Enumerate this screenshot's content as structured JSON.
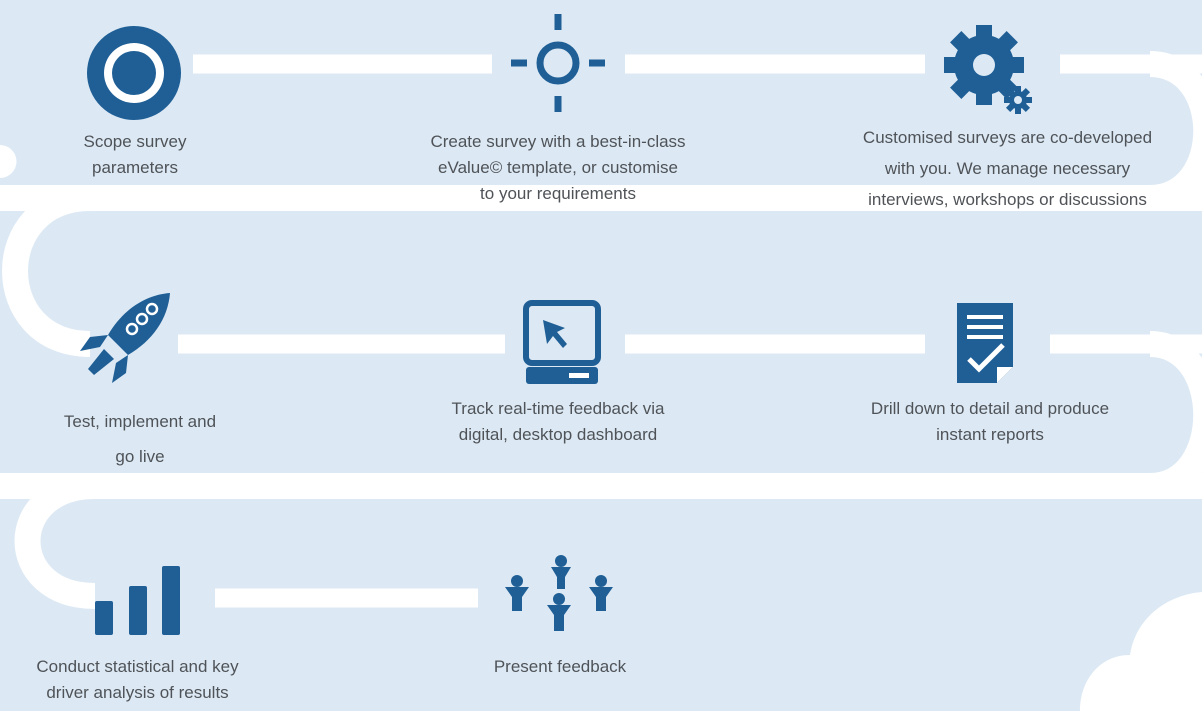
{
  "colors": {
    "background": "#dce9f4",
    "road": "#ffffff",
    "icon": "#1f5f96"
  },
  "steps": [
    {
      "icon": "target-icon",
      "label": [
        "Scope survey",
        "parameters"
      ]
    },
    {
      "icon": "crosshair-icon",
      "label": [
        "Create survey with a best-in-class",
        "eValue© template, or customise",
        "to your requirements"
      ]
    },
    {
      "icon": "gears-icon",
      "label": [
        "Customised surveys are co-developed",
        "with you. We manage necessary",
        "interviews, workshops or discussions"
      ]
    },
    {
      "icon": "rocket-icon",
      "label": [
        "Test, implement and",
        "go live"
      ]
    },
    {
      "icon": "computer-icon",
      "label": [
        "Track real-time feedback via",
        "digital, desktop dashboard"
      ]
    },
    {
      "icon": "report-icon",
      "label": [
        "Drill down to detail and produce",
        "instant reports"
      ]
    },
    {
      "icon": "bar-chart-icon",
      "label": [
        "Conduct statistical and key",
        "driver analysis of results"
      ]
    },
    {
      "icon": "people-group-icon",
      "label": [
        "Present feedback"
      ]
    }
  ]
}
